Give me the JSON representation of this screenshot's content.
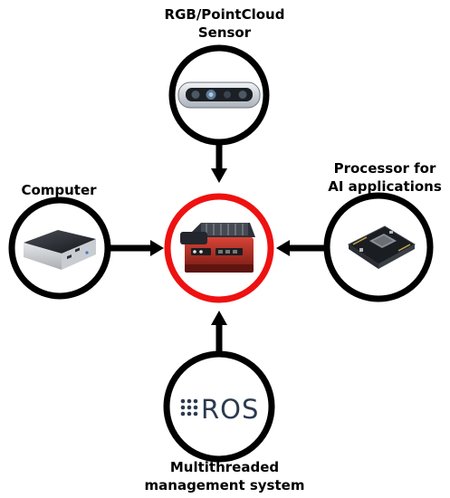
{
  "nodes": {
    "top": {
      "label_line1": "RGB/PointCloud",
      "label_line2": "Sensor",
      "icon": "depth-camera-icon"
    },
    "left": {
      "label_line1": "Computer",
      "icon": "mini-pc-icon"
    },
    "right": {
      "label_line1": "Processor for",
      "label_line2": "AI applications",
      "icon": "ai-board-icon"
    },
    "bottom": {
      "label_line1": "Multithreaded",
      "label_line2": "management system",
      "icon": "ros-logo-icon",
      "logo_text": "ROS"
    },
    "center": {
      "icon": "robot-rover-icon"
    }
  },
  "colors": {
    "ring": "#000000",
    "center_ring": "#ee1111",
    "arrow": "#000000",
    "ros_text": "#2b3a4e"
  }
}
